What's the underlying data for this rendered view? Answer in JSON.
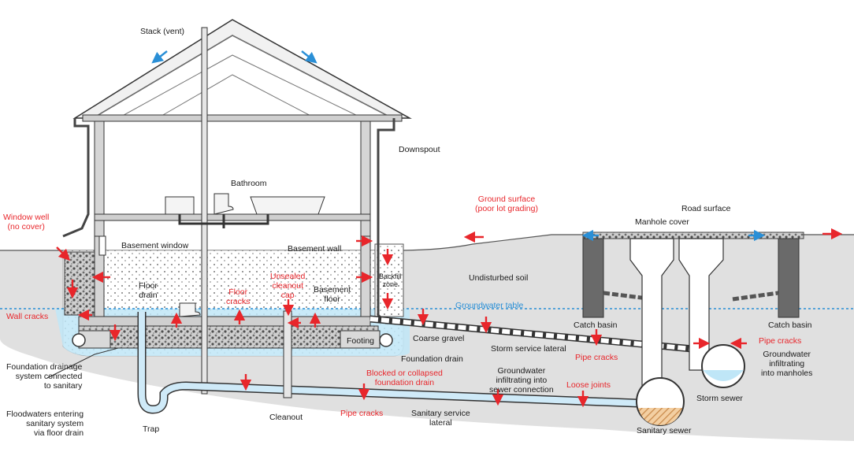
{
  "colors": {
    "damage_red": "#e8262b",
    "water_blue": "#bfe6f7",
    "pipe_blue": "#cfeaf8",
    "groundwater_line": "#2a8fd6",
    "soil_gray": "#dcdcdc",
    "gravel": "#8a8a8a",
    "outline": "#333333",
    "basin_dark": "#666666"
  },
  "icons": {
    "arrow_red": "inflow-arrow-icon",
    "arrow_blue": "flow-direction-icon"
  },
  "labels": {
    "stack_vent": "Stack (vent)",
    "downspout": "Downspout",
    "bathroom": "Bathroom",
    "ground_surface": [
      "Ground surface",
      "(poor lot grading)"
    ],
    "road_surface": "Road surface",
    "manhole_cover": "Manhole cover",
    "window_well": [
      "Window well",
      "(no cover)"
    ],
    "basement_window": "Basement window",
    "basement_wall": "Basement wall",
    "backfill_zone": [
      "Backfill",
      "zone"
    ],
    "undisturbed_soil": "Undisturbed soil",
    "floor_drain": [
      "Floor",
      "drain"
    ],
    "floor_cracks": [
      "Floor",
      "cracks"
    ],
    "unsealed_cleanout_cap": [
      "Unsealed",
      "cleanout",
      "cap"
    ],
    "basement_floor": [
      "Basement",
      "floor"
    ],
    "groundwater_table": "Groundwater table",
    "wall_cracks": "Wall cracks",
    "catch_basin_left": "Catch basin",
    "catch_basin_right": "Catch basin",
    "footing": "Footing",
    "coarse_gravel": "Coarse gravel",
    "storm_service_lateral": "Storm service lateral",
    "pipe_cracks_right": "Pipe cracks",
    "groundwater_manholes": [
      "Groundwater",
      "infiltrating",
      "into manholes"
    ],
    "foundation_drain": "Foundation drain",
    "pipe_cracks_mid": "Pipe cracks",
    "foundation_drainage_system": [
      "Foundation drainage",
      "system connected",
      "to sanitary"
    ],
    "blocked_drain": [
      "Blocked or collapsed",
      "foundation drain"
    ],
    "groundwater_sewer": [
      "Groundwater",
      "infiltrating into",
      "sewer connection"
    ],
    "loose_joints": "Loose joints",
    "storm_sewer": "Storm sewer",
    "floodwaters": [
      "Floodwaters entering",
      "sanitary system",
      "via floor drain"
    ],
    "cleanout": "Cleanout",
    "pipe_cracks_low": "Pipe cracks",
    "sanitary_service_lateral": [
      "Sanitary service",
      "lateral"
    ],
    "trap": "Trap",
    "sanitary_sewer": "Sanitary sewer"
  }
}
